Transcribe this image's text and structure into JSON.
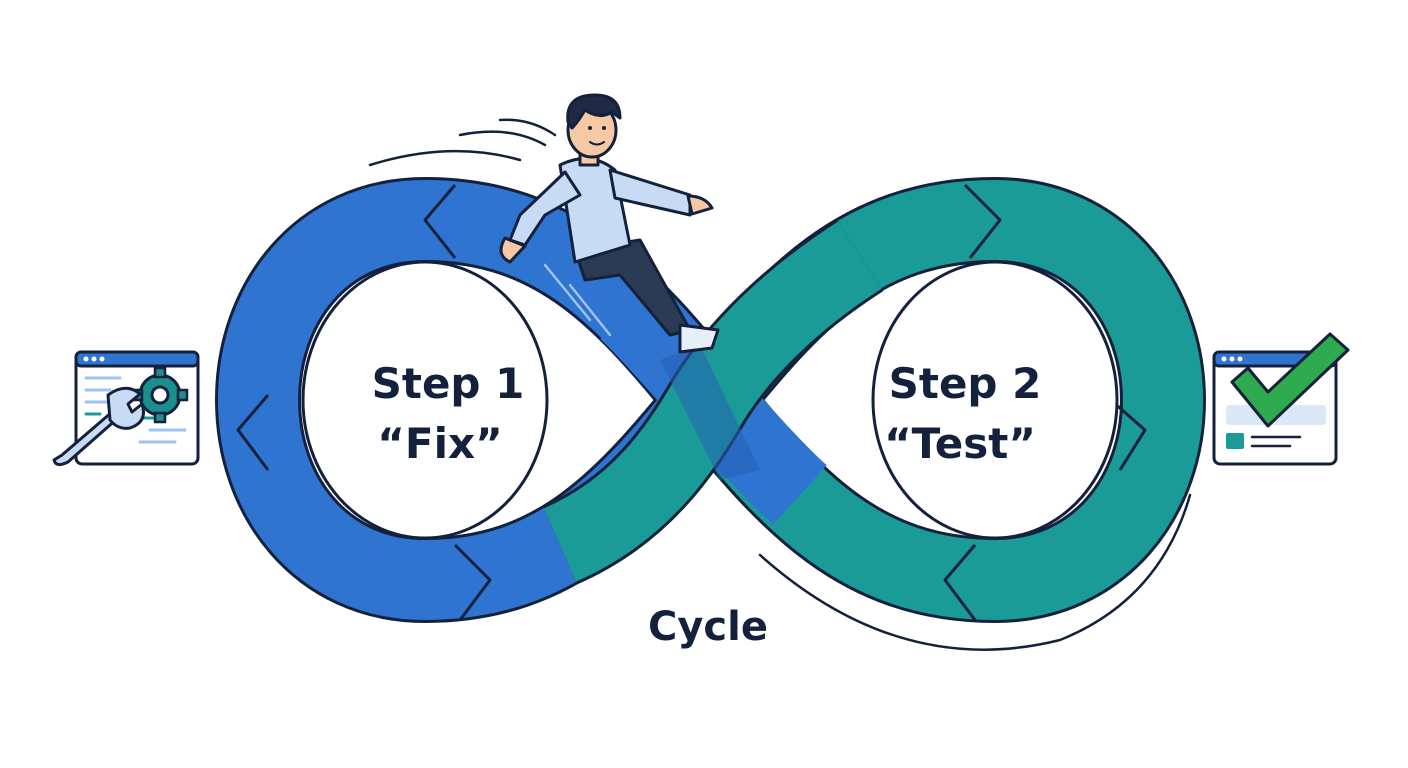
{
  "diagram": {
    "step1": {
      "number": "Step 1",
      "name": "“Fix”"
    },
    "step2": {
      "number": "Step 2",
      "name": "“Test”"
    },
    "cycle_label": "Cycle"
  },
  "colors": {
    "loop_left": "#2f74d0",
    "loop_right": "#1a9b98",
    "outline": "#14213d",
    "check": "#2eaa4f",
    "gear": "#1a8f8c",
    "window_bar": "#2f74d0"
  },
  "icons": {
    "left": [
      "browser-window-icon",
      "wrench-icon",
      "gear-icon"
    ],
    "right": [
      "browser-window-icon",
      "checkmark-icon"
    ],
    "figure": "person-sliding-icon"
  }
}
